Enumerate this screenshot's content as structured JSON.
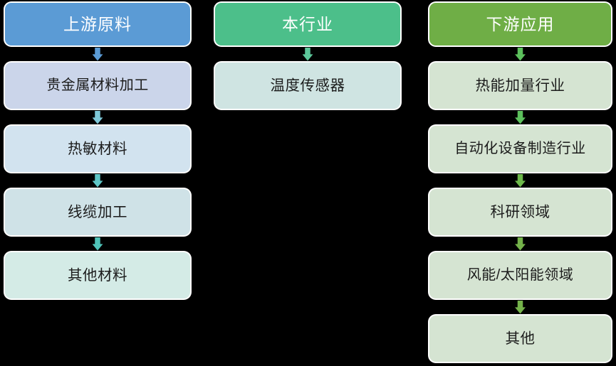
{
  "diagram": {
    "title_semantic": "industry-chain-diagram",
    "background_color": "#000000",
    "columns": [
      {
        "id": "upstream",
        "header": {
          "label": "上游原料",
          "bg": "#5B9BD5",
          "text_color": "#FFFFFF"
        },
        "arrow_colors": [
          "#5B9BD5",
          "#7EC8D8",
          "#5FC6C6",
          "#4FC3B8"
        ],
        "items": [
          {
            "label": "贵金属材料加工",
            "bg": "#CBD5EA"
          },
          {
            "label": "热敏材料",
            "bg": "#D2E3EF"
          },
          {
            "label": "线缆加工",
            "bg": "#CFE2E7"
          },
          {
            "label": "其他材料",
            "bg": "#D4EBE6"
          }
        ]
      },
      {
        "id": "industry",
        "header": {
          "label": "本行业",
          "bg": "#4CBF8A",
          "text_color": "#FFFFFF"
        },
        "arrow_colors": [
          "#5CC79A"
        ],
        "items": [
          {
            "label": "温度传感器",
            "bg": "#CFE4E2"
          }
        ]
      },
      {
        "id": "downstream",
        "header": {
          "label": "下游应用",
          "bg": "#6FAE46",
          "text_color": "#FFFFFF"
        },
        "arrow_colors": [
          "#5CC05C",
          "#5CC05C",
          "#6DB84A",
          "#74B24A",
          "#74B24A"
        ],
        "items": [
          {
            "label": "热能加量行业",
            "bg": "#D5E4D2"
          },
          {
            "label": "自动化设备制造行业",
            "bg": "#D5E4D2"
          },
          {
            "label": "科研领域",
            "bg": "#D5E4D2"
          },
          {
            "label": "风能/太阳能领域",
            "bg": "#D5E4D2"
          },
          {
            "label": "其他",
            "bg": "#D5E4D2"
          }
        ]
      }
    ]
  }
}
